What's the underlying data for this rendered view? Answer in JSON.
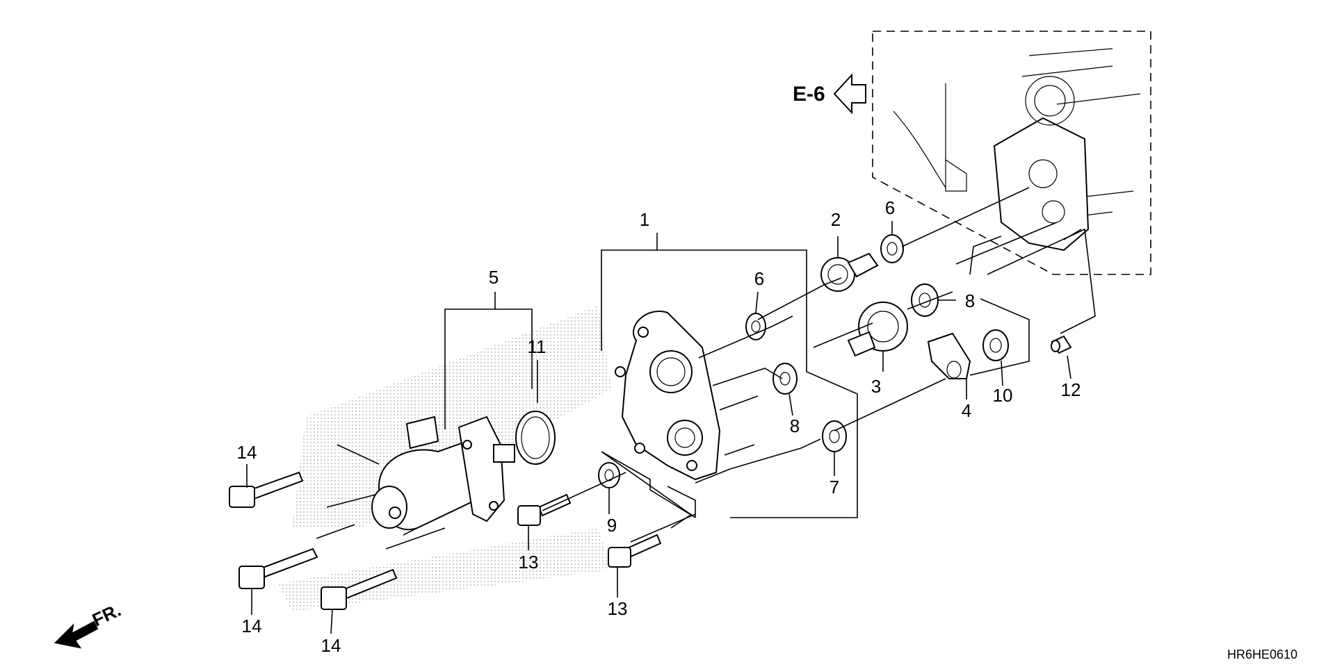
{
  "diagram": {
    "reference": "E-6",
    "direction": "FR.",
    "code": "HR6HE0610",
    "callouts": [
      "1",
      "2",
      "3",
      "4",
      "5",
      "6",
      "6",
      "7",
      "8",
      "8",
      "9",
      "10",
      "11",
      "12",
      "13",
      "13",
      "14",
      "14",
      "14"
    ],
    "watermark_color": "#b0b0b0"
  }
}
